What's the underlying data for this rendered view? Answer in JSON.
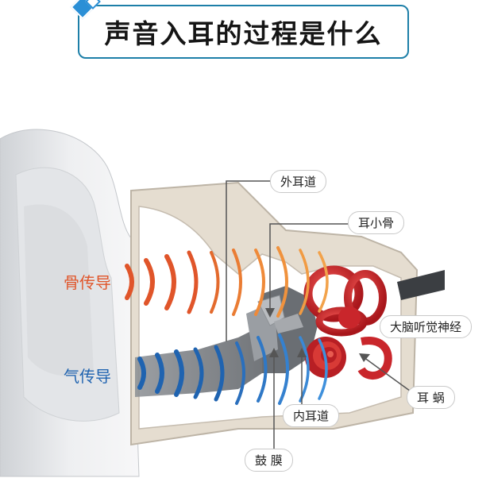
{
  "title": "声音入耳的过程是什么",
  "labels": {
    "bone_conduction": "骨传导",
    "air_conduction": "气传导",
    "outer_ear_canal": "外耳道",
    "ossicles": "耳小骨",
    "auditory_nerve": "大脑听觉神经",
    "cochlea": "耳 蜗",
    "inner_ear_canal": "内耳道",
    "eardrum": "鼓 膜"
  },
  "colors": {
    "title_border": "#1d7fa8",
    "bone_wave": "#e0552a",
    "bone_wave_inner": "#f08a3a",
    "air_wave": "#1f63b0",
    "organ_red": "#c9262b",
    "label_text": "#222222"
  },
  "icons": {
    "bone_wave": "sound-wave-arcs",
    "air_wave": "sound-wave-arcs"
  }
}
